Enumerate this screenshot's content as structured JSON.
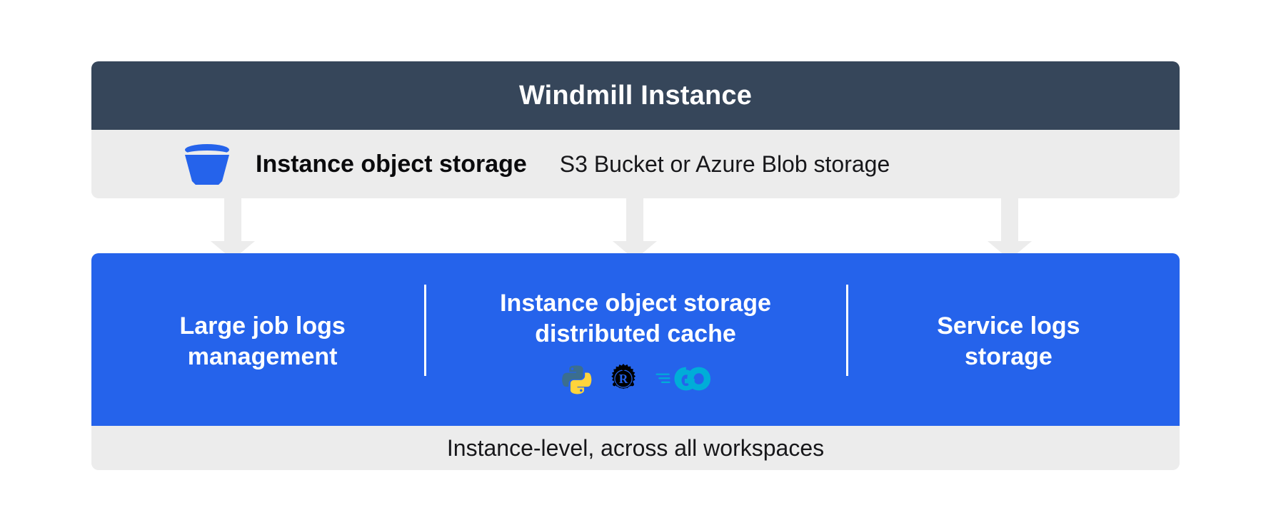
{
  "diagram": {
    "header": {
      "title": "Windmill Instance",
      "bg_color": "#36465a",
      "text_color": "#ffffff"
    },
    "storage_row": {
      "icon": "bucket-icon",
      "icon_color": "#2563eb",
      "label": "Instance object storage",
      "sublabel": "S3 Bucket or Azure Blob storage",
      "bg_color": "#ececec"
    },
    "connectors": [
      {
        "name": "arrow-large-job-logs",
        "direction": "down"
      },
      {
        "name": "arrow-distributed-cache",
        "direction": "down"
      },
      {
        "name": "arrow-service-logs",
        "direction": "down"
      }
    ],
    "panel": {
      "bg_color": "#2563eb",
      "text_color": "#ffffff",
      "columns": [
        {
          "title": "Large job logs\nmanagement",
          "languages": []
        },
        {
          "title": "Instance object storage\ndistributed cache",
          "languages": [
            "python-logo",
            "rust-logo",
            "go-logo"
          ]
        },
        {
          "title": "Service logs\nstorage",
          "languages": []
        }
      ]
    },
    "footer": {
      "text": "Instance-level, across all workspaces",
      "bg_color": "#ececec"
    },
    "palette": {
      "blue": "#2563eb",
      "slate": "#36465a",
      "gray": "#ececec",
      "python_dark": "#366f96",
      "python_light": "#ffd43b",
      "rust_black": "#000000",
      "go_cyan": "#00add8"
    }
  }
}
